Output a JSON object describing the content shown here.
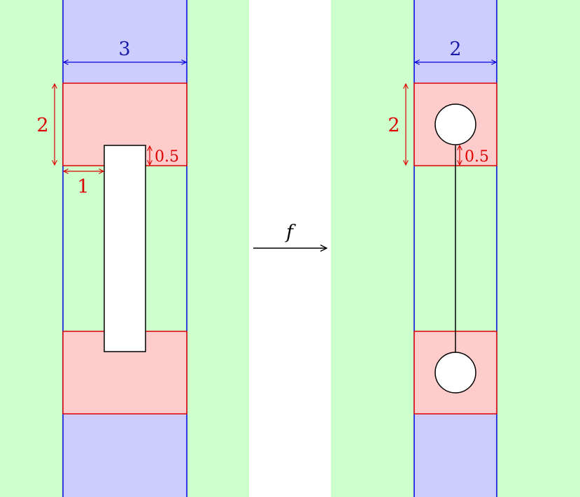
{
  "colors": {
    "background": "#ffffff",
    "region_fill": "#ccffcc",
    "strip_fill": "#ccccff",
    "strip_stroke": "#0000dd",
    "block_fill": "#ffcccc",
    "block_stroke": "#dd0000",
    "shape_fill": "#ffffff",
    "shape_stroke": "#000000",
    "blue_label": "#1a1aaa",
    "red_label": "#dd0000"
  },
  "left_panel": {
    "width_label": "3",
    "height_label": "2",
    "offset_label": "1",
    "overlap_label": "0.5"
  },
  "arrow": {
    "label": "f"
  },
  "right_panel": {
    "width_label": "2",
    "height_label": "2",
    "gap_label": "0.5"
  }
}
